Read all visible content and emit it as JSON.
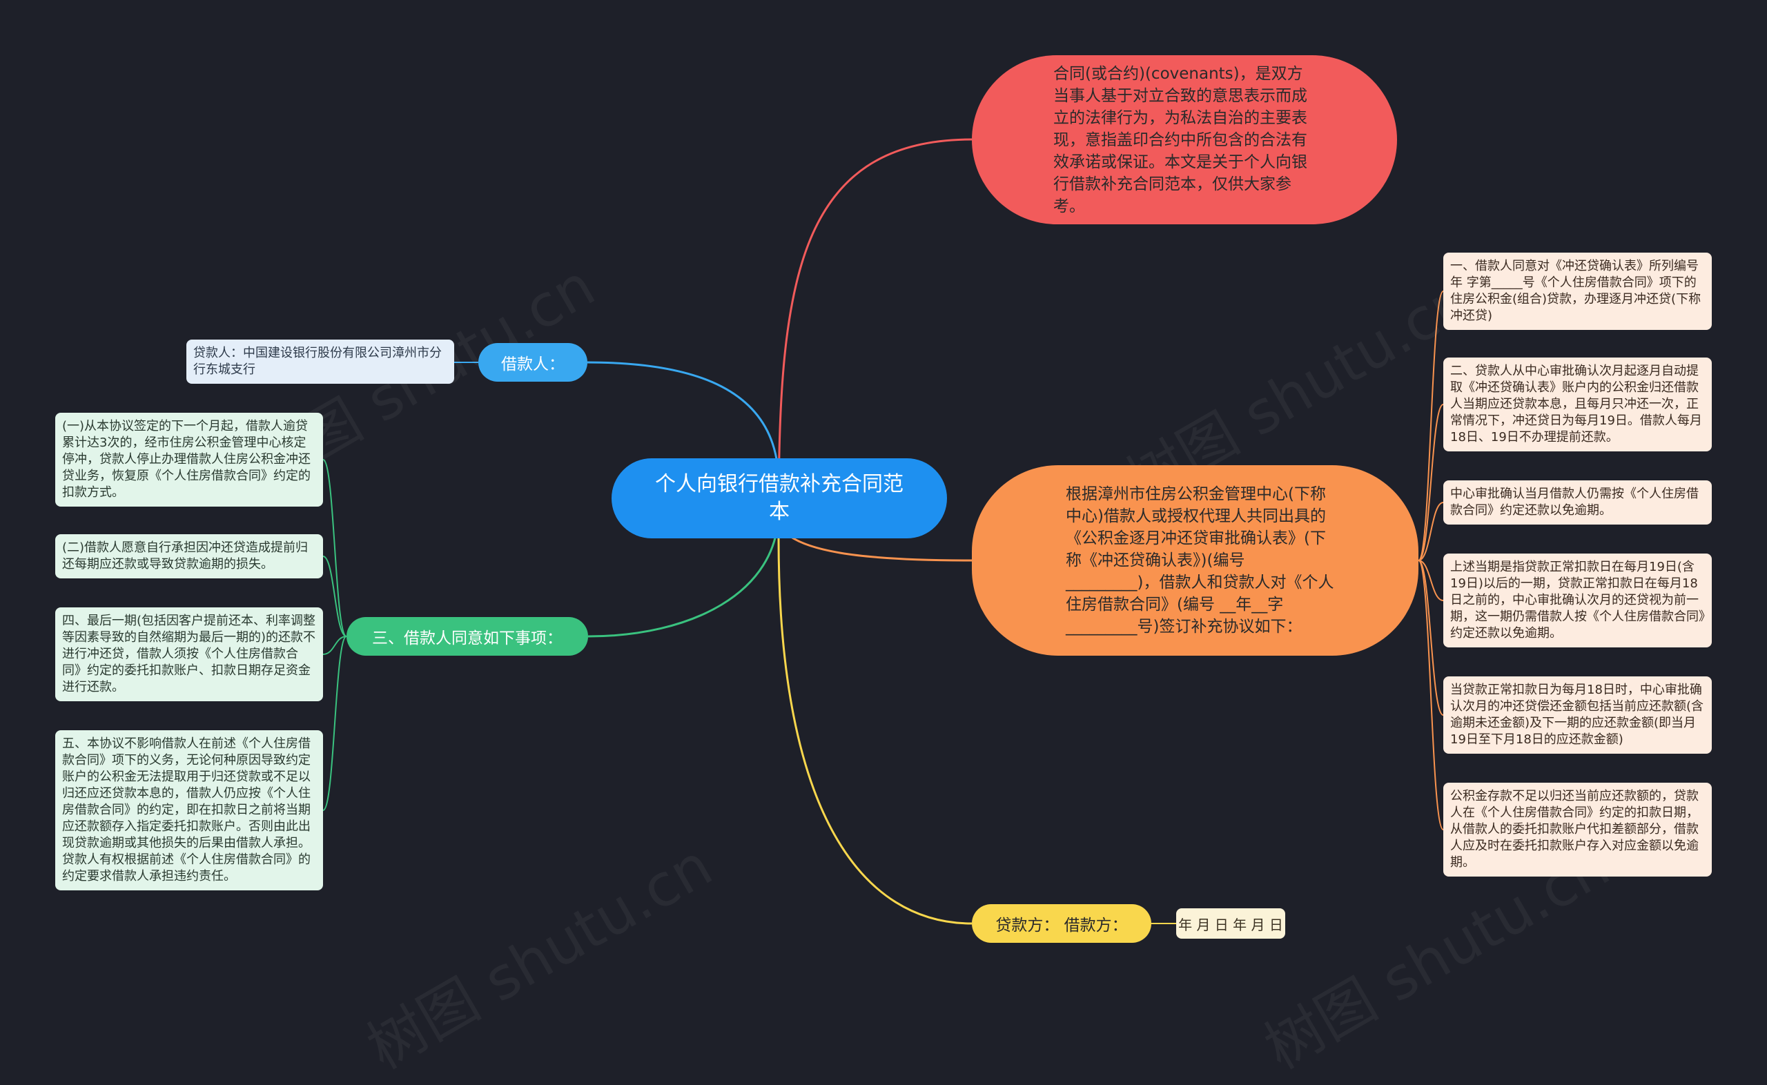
{
  "title": "个人向银行借款补充合同范本",
  "intro": " 合同(或合约)(covenants)，是双方当事人基于对立合致的意思表示而成立的法律行为，为私法自治的主要表现，意指盖印合约中所包含的合法有效承诺或保证。本文是关于个人向银行借款补充合同范本，仅供大家参考。",
  "borrower_label": "借款人：",
  "lender_text": "贷款人：中国建设银行股份有限公司漳州市分行东城支行",
  "section3_label": "三、借款人同意如下事项：",
  "section3_items": [
    "(一)从本协议签定的下一个月起，借款人逾贷累计达3次的，经市住房公积金管理中心核定停冲，贷款人停止办理借款人住房公积金冲还贷业务，恢复原《个人住房借款合同》约定的扣款方式。",
    "(二)借款人愿意自行承担因冲还贷造成提前归还每期应还款或导致贷款逾期的损失。",
    "四、最后一期(包括因客户提前还本、利率调整等因素导致的自然缩期为最后一期的)的还款不进行冲还贷，借款人须按《个人住房借款合同》约定的委托扣款账户、扣款日期存足资金进行还款。",
    "五、本协议不影响借款人在前述《个人住房借款合同》项下的义务，无论何种原因导致约定账户的公积金无法提取用于归还贷款或不足以归还应还贷款本息的，借款人仍应按《个人住房借款合同》的约定，即在扣款日之前将当期应还款额存入指定委托扣款账户。否则由此出现贷款逾期或其他损失的后果由借款人承担。贷款人有权根据前述《个人住房借款合同》的约定要求借款人承担违约责任。"
  ],
  "agreement_intro": " 根据漳州市住房公积金管理中心(下称中心)借款人或授权代理人共同出具的《公积金逐月冲还贷审批确认表》(下称《冲还贷确认表》)(编号 _________)，借款人和贷款人对《个人住房借款合同》(编号 __年__字 _________号)签订补充协议如下：",
  "agreement_items": [
    "一、借款人同意对《冲还贷确认表》所列编号 年 字第_____号《个人住房借款合同》项下的住房公积金(组合)贷款，办理逐月冲还贷(下称冲还贷)",
    "二、贷款人从中心审批确认次月起逐月自动提取《冲还贷确认表》账户内的公积金归还借款人当期应还贷款本息，且每月只冲还一次，正常情况下，冲还贷日为每月19日。借款人每月18日、19日不办理提前还款。",
    "中心审批确认当月借款人仍需按《个人住房借款合同》约定还款以免逾期。",
    "上述当期是指贷款正常扣款日在每月19日(含19日)以后的一期，贷款正常扣款日在每月18日之前的，中心审批确认次月的还贷视为前一期，这一期仍需借款人按《个人住房借款合同》约定还款以免逾期。",
    "当贷款正常扣款日为每月18日时，中心审批确认次月的冲还贷偿还金额包括当前应还款额(含逾期未还金额)及下一期的应还款金额(即当月19日至下月18日的应还款金额)",
    "公积金存款不足以归还当前应还款额的，贷款人在《个人住房借款合同》约定的扣款日期，从借款人的委托扣款账户代扣差额部分，借款人应及时在委托扣款账户存入对应金额以免逾期。"
  ],
  "parties_label": "贷款方：  借款方：",
  "dates_text": "年 月 日 年 月 日",
  "watermark": "树图 shutu.cn",
  "colors": {
    "background": "#1e2029",
    "center": "#1e90f0",
    "red": "#f25b5b",
    "orange": "#f9934f",
    "blue": "#39a8f0",
    "green": "#3ac27f",
    "yellow": "#f9d74d"
  }
}
